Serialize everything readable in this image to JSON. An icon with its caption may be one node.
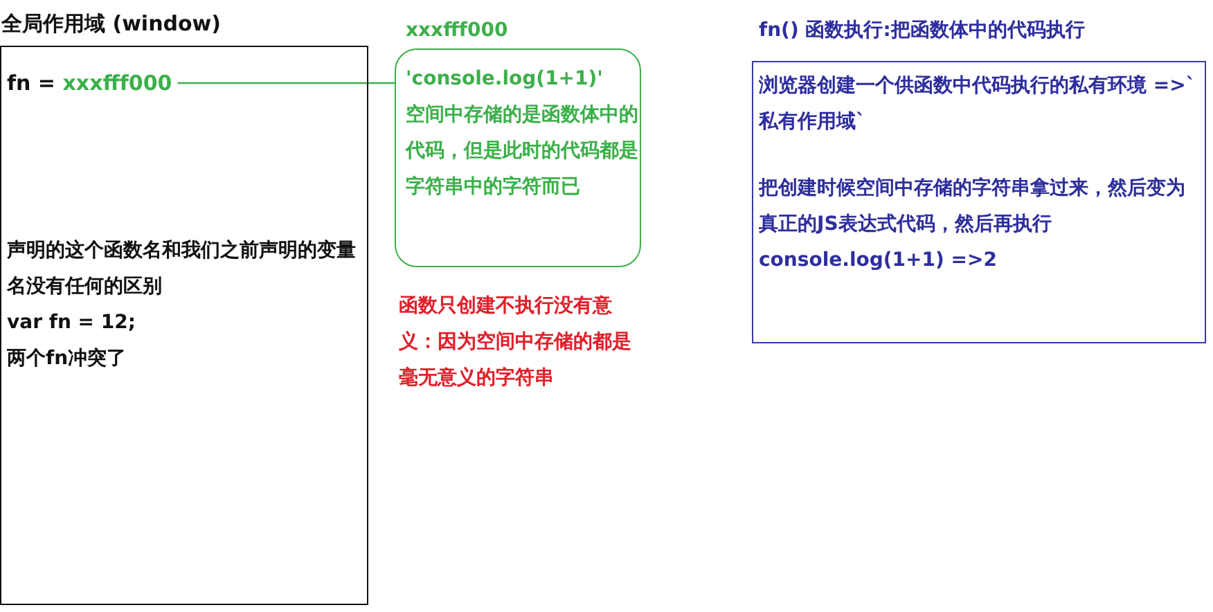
{
  "diagram": {
    "nodes": [
      {
        "text": [
          "全局作用域 (window)",
          "声明的这个函数名和我们之前声明的变量名没有任何的区别",
          "var fn = 12;",
          "两个fn冲突了"
        ]
      },
      {
        "text": [
          "fn =",
          "xxxfff000"
        ],
        "in": 0
      },
      {
        "text": [
          "xxxfff000",
          "'console.log(1+1)'",
          "空间中存储的是函数体中的代码，但是此时的代码都是字符串中的字符而已"
        ]
      },
      {
        "text": [
          "fn() 函数执行:把函数体中的代码执行",
          "浏览器创建一个供函数中代码执行的私有环境 =>`私有作用域`",
          "把创建时候空间中存储的字符串拿过来，然后变为真正的JS表达式代码，然后再执行",
          "console.log(1+1) =>2"
        ]
      }
    ],
    "edges": [
      {
        "from": 1,
        "to": 2,
        "arrow": "none",
        "color": "#3cb04a"
      }
    ],
    "labels": [
      "函数只创建不执行没有意义：因为空间中存储的都是毫无意义的字符串"
    ]
  }
}
